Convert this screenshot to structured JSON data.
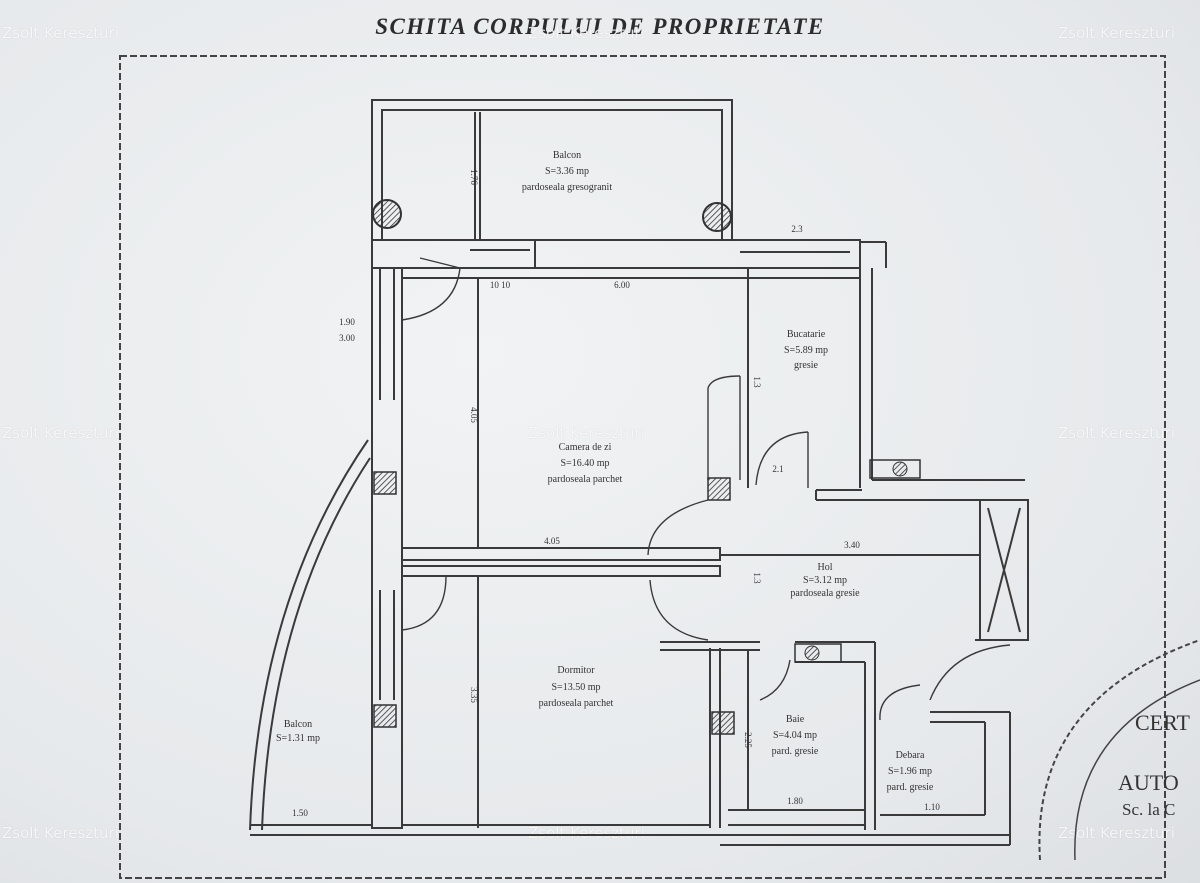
{
  "title": "SCHITA CORPULUI DE PROPRIETATE",
  "watermark": "Zsolt Kereszturi",
  "rooms": {
    "balcon_top": {
      "name": "Balcon",
      "area": "S=3.36 mp",
      "finish": "pardoseala gresogranit"
    },
    "bucatarie": {
      "name": "Bucatarie",
      "area": "S=5.89 mp",
      "finish": "gresie"
    },
    "camera_zi": {
      "name": "Camera de zi",
      "area": "S=16.40 mp",
      "finish": "pardoseala parchet"
    },
    "hol": {
      "name": "Hol",
      "area": "S=3.12 mp",
      "finish": "pardoseala gresie"
    },
    "dormitor": {
      "name": "Dormitor",
      "area": "S=13.50 mp",
      "finish": "pardoseala parchet"
    },
    "baie": {
      "name": "Baie",
      "area": "S=4.04 mp",
      "finish": "pard. gresie"
    },
    "debara": {
      "name": "Debara",
      "area": "S=1.96 mp",
      "finish": "pard. gresie"
    },
    "balcon_left": {
      "name": "Balcon",
      "area": "S=1.31 mp"
    }
  },
  "dimensions": {
    "d_1_76": "1.76",
    "d_6_00": "6.00",
    "d_4_05_v": "4.05",
    "d_4_05_h": "4.05",
    "d_3_40": "3.40",
    "d_3_35": "3.35",
    "d_2_25": "2.25",
    "d_1_80": "1.80",
    "d_1_10": "1.10",
    "d_1_50": "1.50",
    "d_1_90": "1.90",
    "d_3_00": "3.00",
    "d_1_3": "1.3",
    "d_1_3b": "1.3",
    "d_2_3": "2.3",
    "d_10_10": "10 10",
    "d_2_1": "2.1"
  },
  "stamp_text": [
    "CERT",
    "AUTO",
    "Sc. la C"
  ]
}
